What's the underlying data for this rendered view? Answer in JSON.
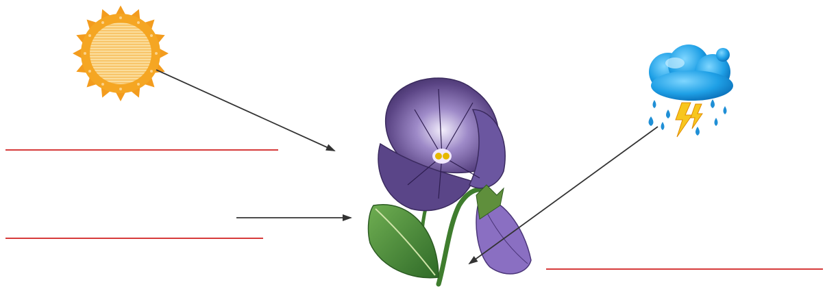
{
  "diagram": {
    "type": "plant-needs-worksheet",
    "elements": {
      "sun": {
        "icon": "sun-icon"
      },
      "cloud": {
        "icon": "rain-cloud-with-lightning-icon"
      },
      "plant": {
        "icon": "violet-flower-icon"
      }
    },
    "arrows": [
      {
        "from": "sun",
        "to": "plant"
      },
      {
        "from": "blank",
        "to": "plant"
      },
      {
        "from": "rain-cloud",
        "to": "plant"
      }
    ],
    "answer_blanks": [
      {
        "id": "blank-1",
        "value": ""
      },
      {
        "id": "blank-2",
        "value": ""
      },
      {
        "id": "blank-3",
        "value": ""
      }
    ]
  },
  "colors": {
    "answer_line": "#d63a3a",
    "arrow": "#333333",
    "sun_fill": "#f7b84a",
    "sun_ray": "#f39c1e",
    "cloud_fill": "#2aa8e6",
    "petal": "#6f5a9a",
    "leaf": "#4f8a3a"
  }
}
